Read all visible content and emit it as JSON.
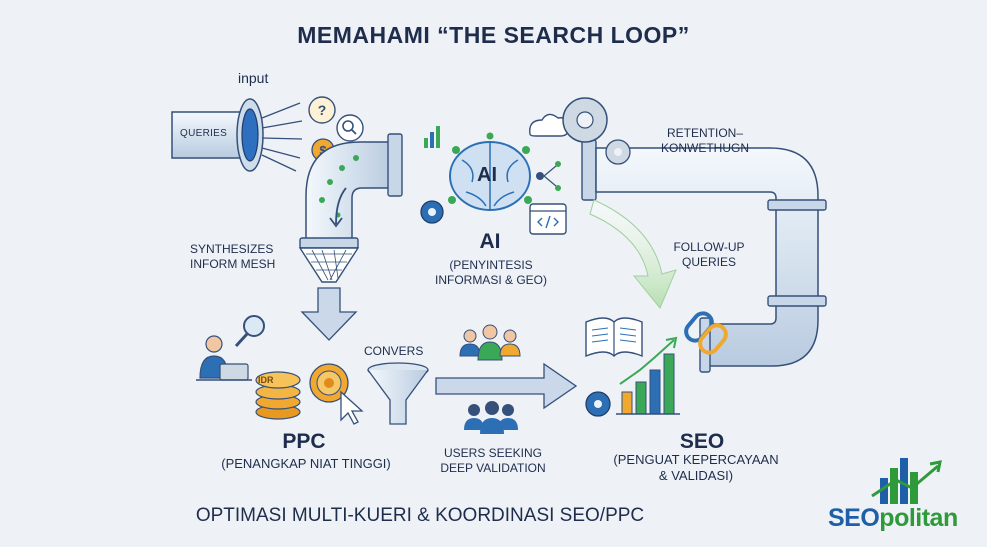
{
  "title": "MEMAHAMI “THE SEARCH LOOP”",
  "input_label": "input",
  "queries_label": "QUERIES",
  "synthesizes_label": "SYNTHESIZES\nINFORM MESH",
  "ai": {
    "title": "AI",
    "center": "AI",
    "subtitle": "(PENYINTESIS\nINFORMASI & GEO)"
  },
  "retention_label": "RETENTION–\nKONWETHUGN",
  "followup_label": "FOLLOW-UP\nQUERIES",
  "convers_label": "CONVERS",
  "users_label": "USERS SEEKING\nDEEP VALIDATION",
  "ppc": {
    "title": "PPC",
    "subtitle": "(PENANGKAP NIAT TINGGI)",
    "coin_label": "IDR"
  },
  "seo": {
    "title": "SEO",
    "subtitle": "(PENGUAT KEPERCAYAAN\n& VALIDASI)"
  },
  "footer": "OPTIMASI MULTI-KUERI & KOORDINASI SEO/PPC",
  "brand": {
    "part1": "SEO",
    "part2": "politan",
    "color1": "#1f5fa8",
    "color2": "#2f9a3a"
  },
  "colors": {
    "pipe": "#dbe6f1",
    "pipe_stroke": "#35507a",
    "accent_orange": "#f0a830",
    "accent_green": "#3aa856",
    "accent_blue": "#2d6fb5",
    "arrow": "#b8c9df"
  }
}
